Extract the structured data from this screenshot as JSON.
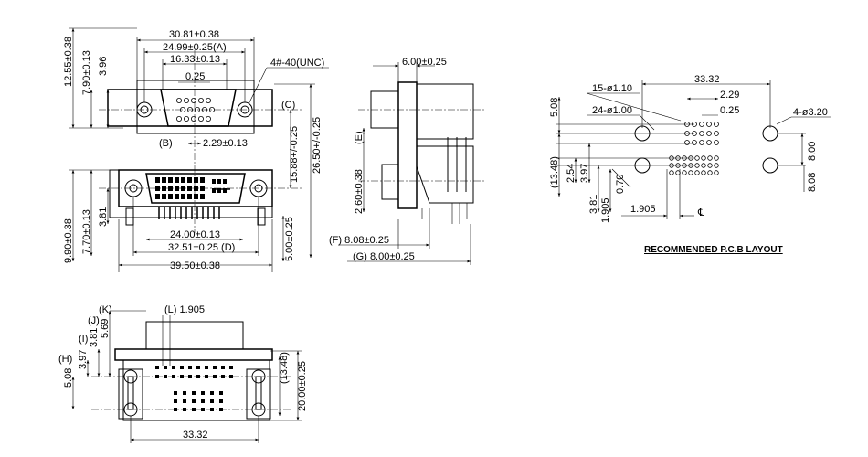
{
  "front": {
    "d_width_total": "30.81±0.38",
    "d_width_a": "24.99±0.25(A)",
    "d_width_inner": "16.33±0.13",
    "d_pitch": "0.25",
    "thread": "4#-40(UNC)",
    "label_c": "(C)",
    "label_b": "(B)",
    "d_229": "2.29±0.13",
    "d_1588": "15.88+/-0.25",
    "d_2650": "26.50+/-0.25",
    "d_1255": "12.55±0.38",
    "d_790": "7.90±0.13",
    "d_396": "3.96",
    "d_2400": "24.00±0.13",
    "d_3251": "32.51±0.25 (D)",
    "d_3950": "39.50±0.38",
    "d_990": "9.90±0.38",
    "d_770": "7.70±0.13",
    "d_381": "3.81",
    "d_500": "5.00±0.25"
  },
  "side": {
    "d_600": "6.00±0.25",
    "d_260": "2.60±0.38",
    "label_e": "(E)",
    "d_808": "(F) 8.08±0.25",
    "d_800": "(G) 8.00±0.25"
  },
  "pcb": {
    "d_3332": "33.32",
    "holes_15": "15-ø1.10",
    "d_229": "2.29",
    "d_025": "0.25",
    "holes_24": "24-ø1.00",
    "holes_4": "4-ø3.20",
    "d_508": "5.08",
    "d_1348": "(13.48)",
    "d_254": "2.54",
    "d_397": "3.97",
    "d_070": "0.70",
    "d_381": "3.81",
    "d_1905v": "1.905",
    "d_1905h": "1.905",
    "d_800": "8.00",
    "d_808": "8.08",
    "title": "RECOMMENDED P.C.B LAYOUT"
  },
  "bottom": {
    "label_k": "(K)",
    "label_j": "(J)",
    "label_i": "(I)",
    "label_h": "(H)",
    "label_l": "(L) 1.905",
    "d_569": "5.69",
    "d_381": "3.81",
    "d_397": "3.97",
    "d_508": "5.08",
    "d_1348": "(13.48)",
    "d_2000": "20.00±0.25",
    "d_3332": "33.32"
  }
}
